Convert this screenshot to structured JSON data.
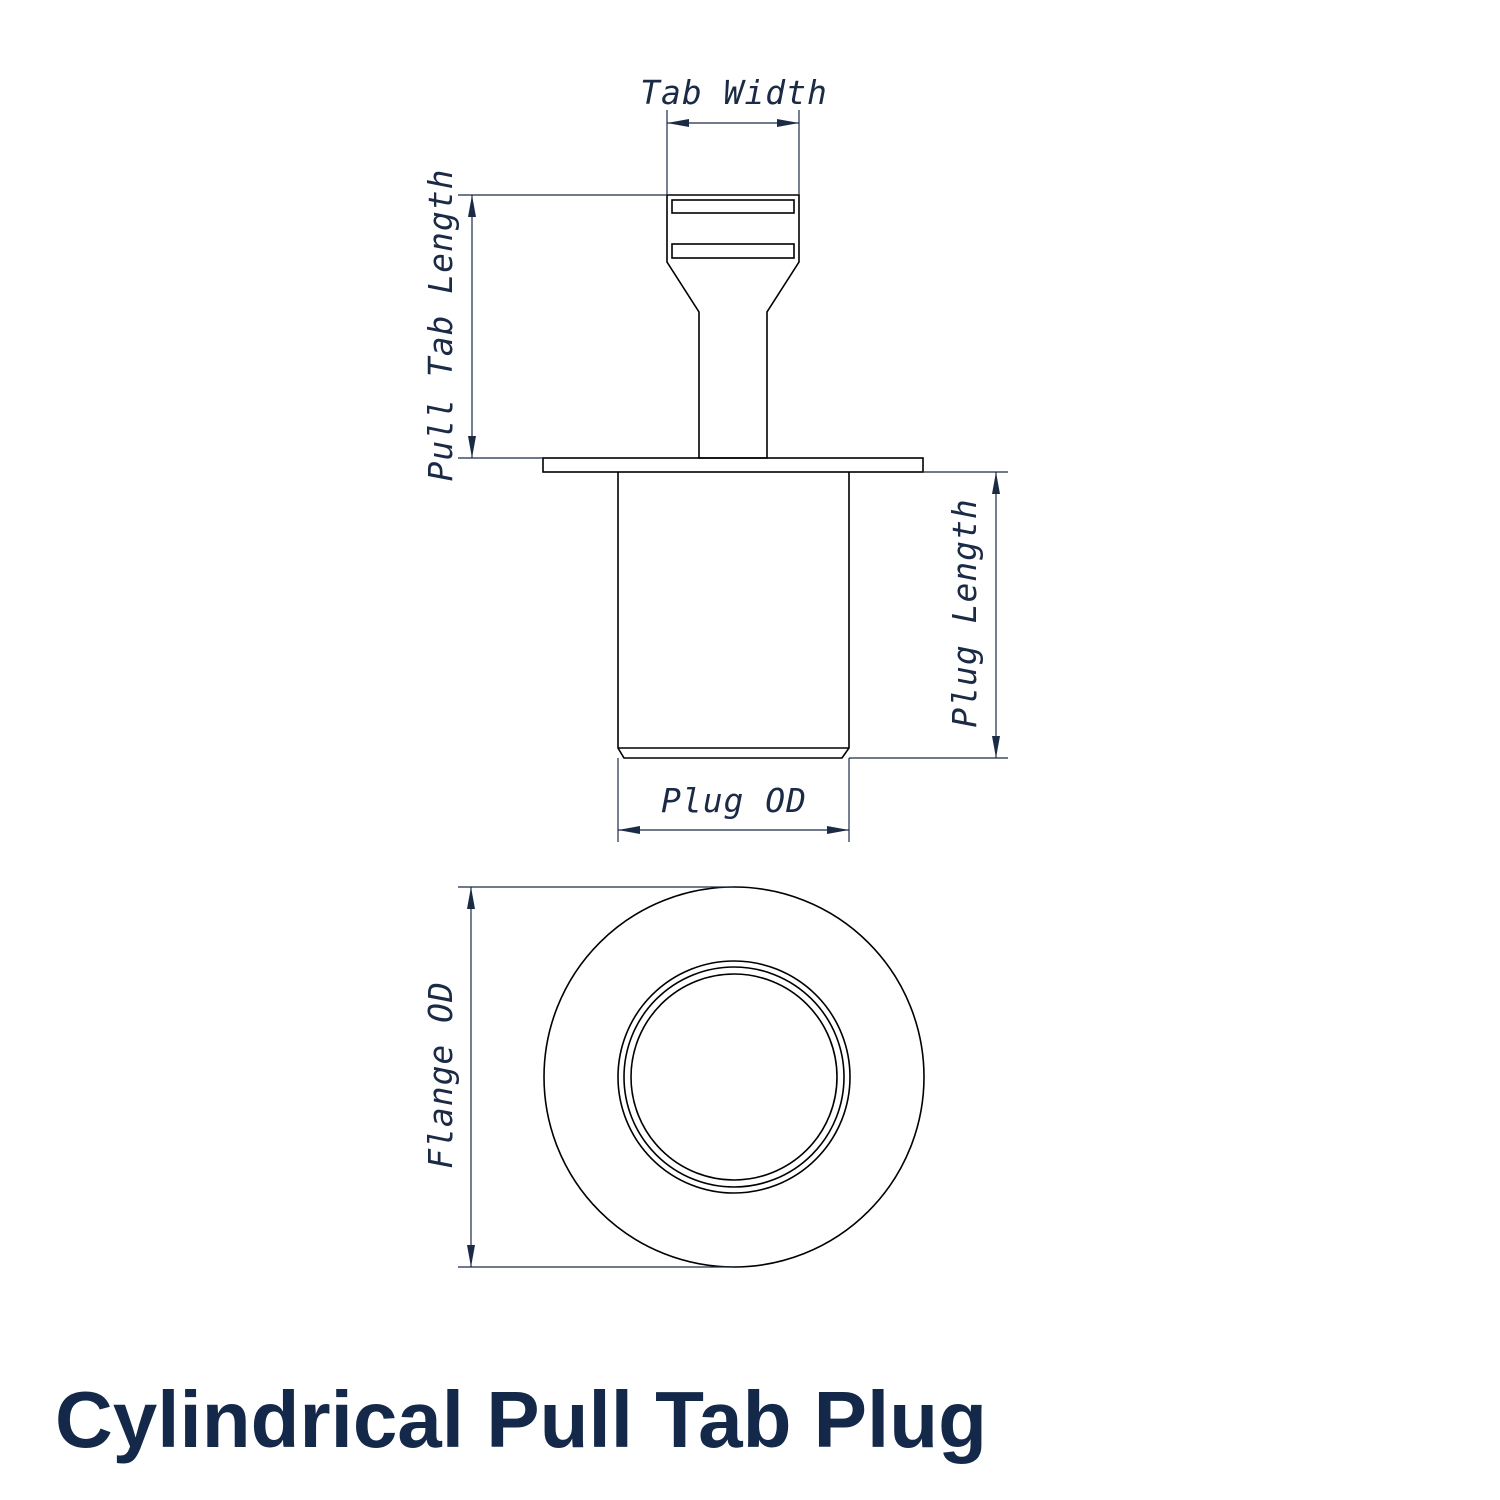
{
  "title": "Cylindrical Pull Tab Plug",
  "dimensions": {
    "tab_width": "Tab Width",
    "pull_tab_length": "Pull Tab Length",
    "plug_length": "Plug Length",
    "plug_od": "Plug OD",
    "flange_od": "Flange OD"
  },
  "colors": {
    "title": "#14294a",
    "dimension": "#1b2a45",
    "outline": "#000000",
    "background": "#ffffff"
  }
}
